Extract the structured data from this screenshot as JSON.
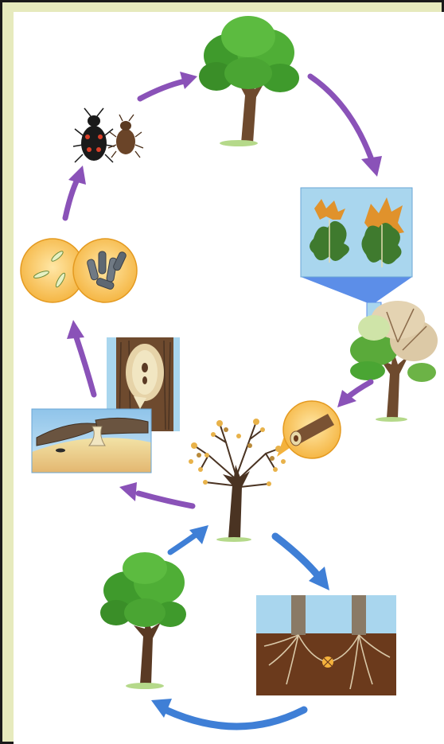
{
  "diagram": {
    "colors": {
      "frame_background": "#e6eabd",
      "panel_background": "#ffffff",
      "arrow_purple": "#8a52b8",
      "arrow_blue": "#3f7fd6",
      "inset_blue": "#a9d6ee",
      "spore_orange": "#f4b23c",
      "soil_brown": "#6b3a1c",
      "healthy_leaf_green": "#3f9a2c",
      "autumn_leaf_orange": "#e0922c",
      "bark_brown": "#6e4a2e"
    },
    "stages": [
      {
        "id": "healthy-oak-top",
        "icon": "tree-icon"
      },
      {
        "id": "wilting-leaves-inset",
        "icon": "leaf-icon"
      },
      {
        "id": "partially-wilted-oak",
        "icon": "tree-icon"
      },
      {
        "id": "branch-cross-section-inset",
        "icon": "branch-icon"
      },
      {
        "id": "defoliated-oak",
        "icon": "tree-icon"
      },
      {
        "id": "root-graft-inset",
        "icon": "roots-icon"
      },
      {
        "id": "healthy-oak-bottom",
        "icon": "tree-icon"
      },
      {
        "id": "fungal-mat-bark-inset",
        "icon": "bark-icon"
      },
      {
        "id": "spores-inset",
        "icon": "spore-icon"
      },
      {
        "id": "sap-beetles",
        "icon": "beetle-icon"
      }
    ]
  }
}
